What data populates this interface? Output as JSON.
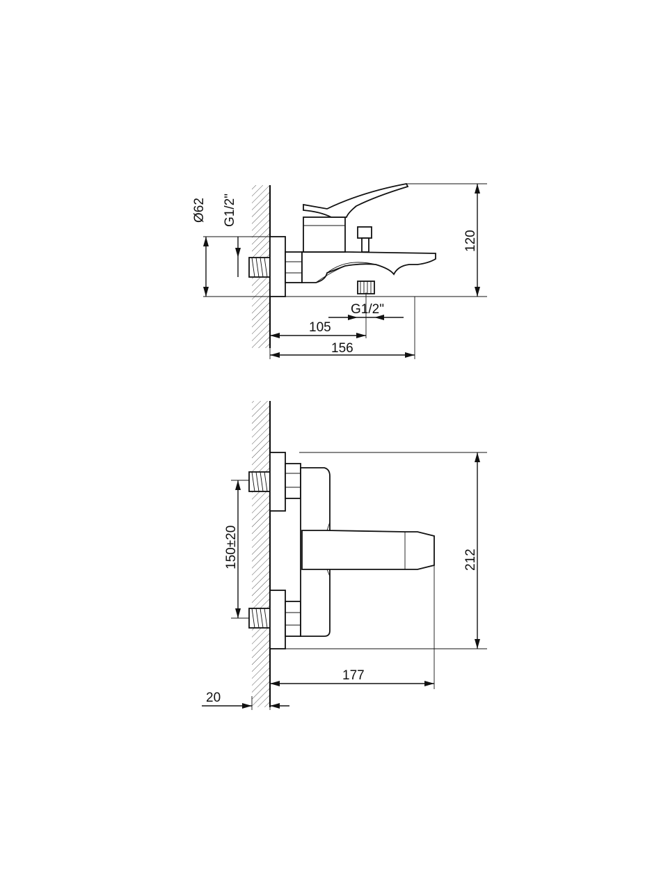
{
  "drawing": {
    "side_view": {
      "dim_diameter": "Ø62",
      "dim_wall_thread": "G1/2\"",
      "dim_outlet_thread": "G1/2\"",
      "dim_height": "120",
      "dim_spout_center": "105",
      "dim_total_depth": "156"
    },
    "top_view": {
      "dim_inlet_spacing": "150±20",
      "dim_width": "212",
      "dim_depth": "177",
      "dim_wall": "20"
    }
  }
}
